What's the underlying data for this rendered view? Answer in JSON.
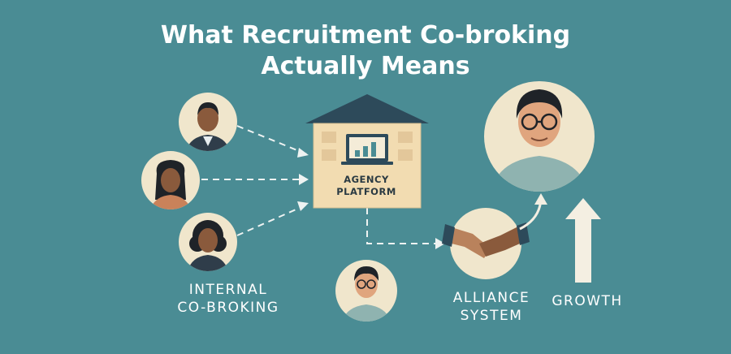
{
  "title": {
    "line1": "What Recruitment Co-broking",
    "line2": "Actually Means"
  },
  "platform": {
    "line1": "AGENCY",
    "line2": "PLATFORM"
  },
  "labels": {
    "internal_line1": "INTERNAL",
    "internal_line2": "CO-BROKING",
    "alliance_line1": "ALLIANCE",
    "alliance_line2": "SYSTEM",
    "growth": "GROWTH"
  },
  "colors": {
    "background": "#4a8c94",
    "circle_fill": "#f0e6cc",
    "roof": "#2d4a5a",
    "building": "#f2dcb1",
    "arrow": "#f4efe2"
  }
}
